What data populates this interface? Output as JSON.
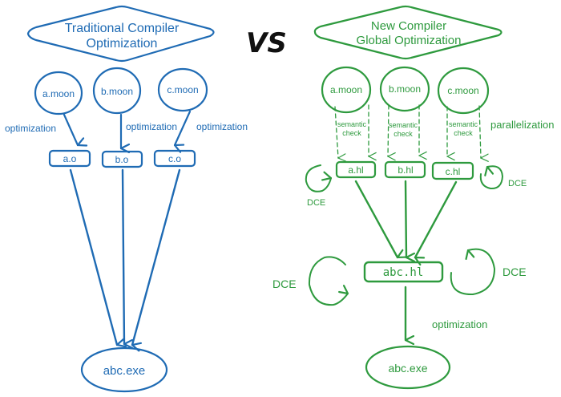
{
  "left": {
    "title_line1": "Traditional Compiler",
    "title_line2": "Optimization",
    "color": "#1f6bb4",
    "sources": [
      "a.moon",
      "b.moon",
      "c.moon"
    ],
    "objects": [
      "a.o",
      "b.o",
      "c.o"
    ],
    "edge_labels": [
      "optimization",
      "optimization",
      "optimization"
    ],
    "output": "abc.exe"
  },
  "separator": "VS",
  "right": {
    "title_line1": "New Compiler",
    "title_line2": "Global Optimization",
    "color": "#2e9a3e",
    "sources": [
      "a.moon",
      "b.moon",
      "c.moon"
    ],
    "check_label_line1": "semantic",
    "check_label_line2": "check",
    "parallel_label": "parallelization",
    "intermediates": [
      "a.hl",
      "b.hl",
      "c.hl"
    ],
    "dce_label": "DCE",
    "merged": "abc.hl",
    "final_edge_label": "optimization",
    "output": "abc.exe"
  }
}
